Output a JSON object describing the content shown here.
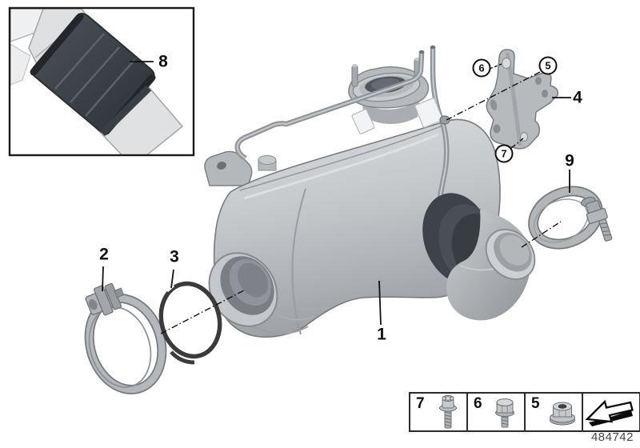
{
  "callouts": {
    "n1": "1",
    "n2": "2",
    "n3": "3",
    "n4": "4",
    "n8": "8",
    "n9": "9",
    "c5": "5",
    "c6": "6",
    "c7": "7"
  },
  "legend": {
    "items": [
      {
        "label": "7",
        "icon": "torx-flange-screw"
      },
      {
        "label": "6",
        "icon": "hex-flange-bolt"
      },
      {
        "label": "5",
        "icon": "hex-flange-nut"
      },
      {
        "label": "",
        "icon": "installation-direction-arrow"
      }
    ]
  },
  "footer": {
    "diagram_number": "484742"
  },
  "colors": {
    "background": "#ffffff",
    "line": "#111111",
    "metal_light": "#d6d8da",
    "metal_mid": "#b0b4b8",
    "metal_dark": "#73777b",
    "rubber_dark": "#3b4046",
    "gasket_ring": "#3b3b3b"
  }
}
